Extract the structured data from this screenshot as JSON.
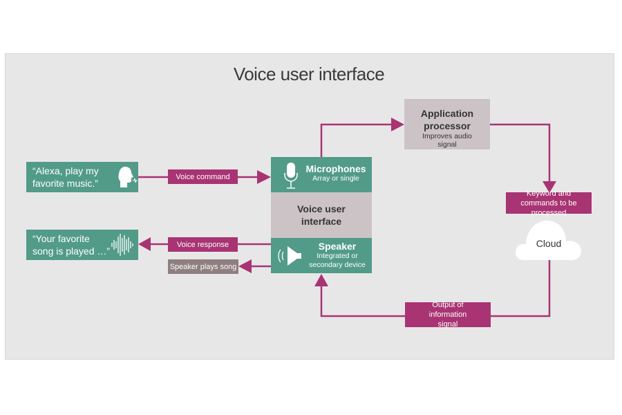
{
  "title": "Voice user interface",
  "colors": {
    "teal": "#529b88",
    "magenta": "#a83473",
    "gray_box": "#cbc3c6",
    "muted_box": "#8f7f80",
    "background": "#e8e7e8"
  },
  "user_input": {
    "text_line1": "“Alexa, play my",
    "text_line2": "favorite music.”",
    "icon": "speaking-head-icon"
  },
  "device_output": {
    "text_line1": "“Your favorite",
    "text_line2": "song is played …”",
    "icon": "sound-wave-icon"
  },
  "edges": {
    "voice_command": "Voice command",
    "voice_response": "Voice response",
    "speaker_plays_song": "Speaker plays song",
    "keyword": "Keyword and commands to be processed",
    "output_signal": "Output of information signal"
  },
  "vui": {
    "microphones": {
      "title": "Microphones",
      "subtitle": "Array or single",
      "icon": "microphone-icon"
    },
    "center": "Voice user interface",
    "speaker": {
      "title": "Speaker",
      "subtitle": "Integrated or secondary device",
      "icon": "speaker-icon"
    }
  },
  "app_processor": {
    "title": "Application processor",
    "subtitle": "Improves audio signal"
  },
  "cloud": {
    "label": "Cloud"
  }
}
